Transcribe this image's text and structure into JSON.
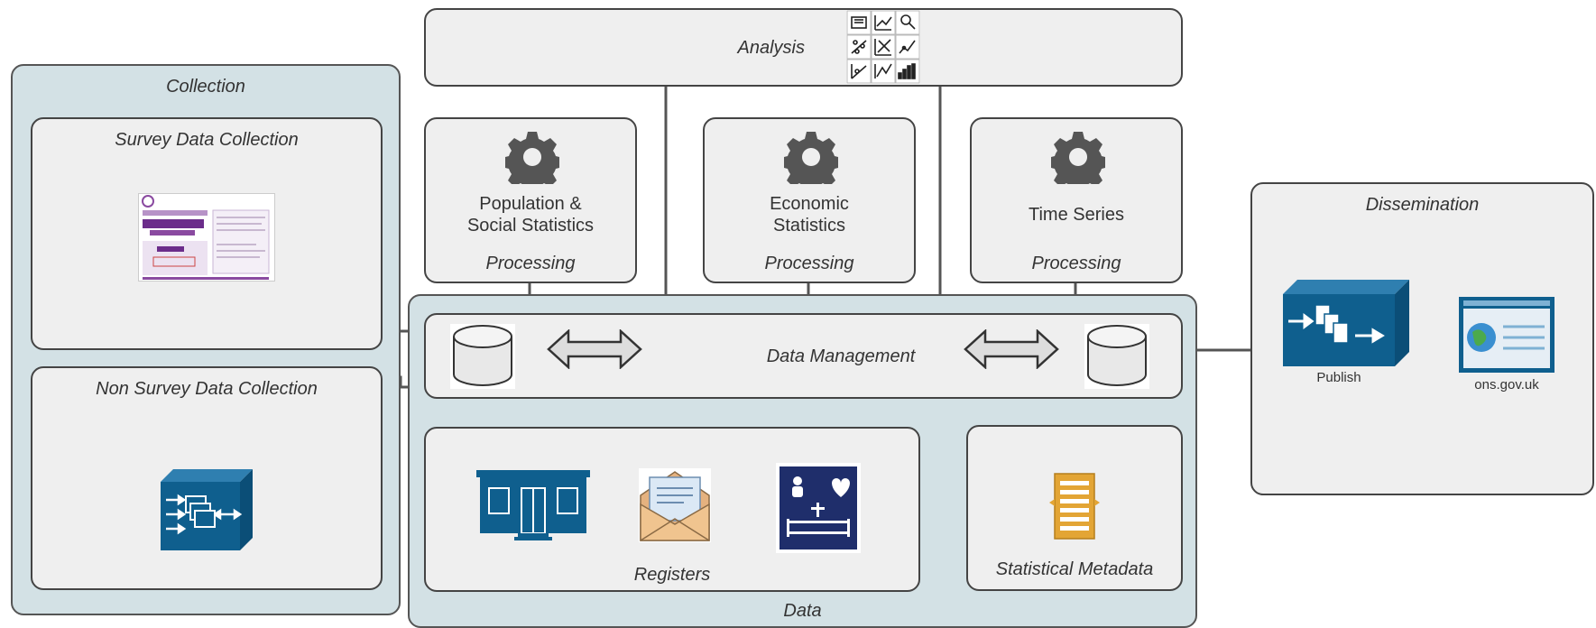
{
  "collection": {
    "title": "Collection",
    "survey": {
      "title": "Survey Data Collection"
    },
    "non_survey": {
      "title": "Non Survey Data Collection"
    }
  },
  "analysis": {
    "title": "Analysis"
  },
  "processing": [
    {
      "name_line1": "Population &",
      "name_line2": "Social Statistics",
      "label": "Processing"
    },
    {
      "name_line1": "Economic",
      "name_line2": "Statistics",
      "label": "Processing"
    },
    {
      "name_line1": "Time Series",
      "name_line2": "",
      "label": "Processing"
    }
  ],
  "data": {
    "title": "Data",
    "management": "Data Management",
    "registers": "Registers",
    "metadata": "Statistical Metadata"
  },
  "dissemination": {
    "title": "Dissemination",
    "publish": "Publish",
    "site": "ons.gov.uk"
  },
  "colors": {
    "group_fill": "#d3e1e5",
    "box_fill": "#efefef",
    "icon_blue": "#0f5f8e",
    "gear": "#555555",
    "metadata_orange": "#e3a535"
  }
}
